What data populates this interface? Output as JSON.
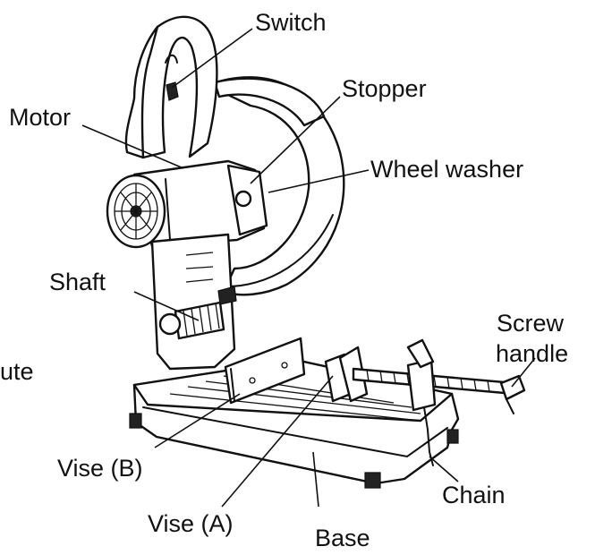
{
  "diagram": {
    "labels": {
      "switch": "Switch",
      "stopper": "Stopper",
      "motor": "Motor",
      "wheel_washer": "Wheel washer",
      "shaft": "Shaft",
      "screw_handle_line1": "Screw",
      "screw_handle_line2": "handle",
      "cut_off_text": "ute",
      "vise_b": "Vise (B)",
      "vise_a": "Vise (A)",
      "chain": "Chain",
      "base": "Base"
    }
  }
}
